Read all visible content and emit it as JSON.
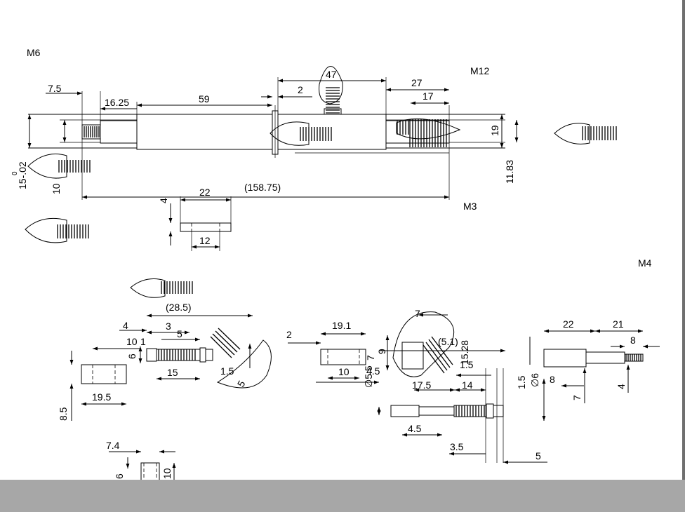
{
  "thread_labels": {
    "m6": "M6",
    "m12": "M12",
    "m3": "M3",
    "m4": "M4"
  },
  "dims": {
    "d_7_5": "7.5",
    "d_16_25": "16.25",
    "d_59": "59",
    "d_2_top": "2",
    "d_27": "27",
    "d_17": "17",
    "d_47": "47",
    "d_19": "19",
    "d_11_83": "11.83",
    "d_15_02": "15-.02",
    "d_15_02_sup": "0",
    "d_10": "10",
    "d_22_top": "22",
    "d_158_75": "(158.75)",
    "d_4_top": "4",
    "d_12": "12",
    "d_28_5": "(28.5)",
    "d_4_left": "4",
    "d_3": "3",
    "d_5_a": "5",
    "d_10_1": "10",
    "d_1": "1",
    "d_6_left": "6",
    "d_15": "15",
    "d_1_5": "1.5",
    "d_5_rot": "5",
    "d_19_5": "19.5",
    "d_8_5": "8.5",
    "d_7_4": "7.4",
    "d_6_bottom": "6",
    "d_10_bottom": "10",
    "d_2_mid": "2",
    "d_19_1": "19.1",
    "d_9": "9",
    "d_7_mid": "7",
    "d_10_mid": "10",
    "d_4_5_a": "4.5",
    "d_5_5": "∅5.5",
    "d_7_top": "7",
    "d_5_1": "(5.1)",
    "d_15_28": "15.28",
    "d_1_5_b": "1.5",
    "d_17_5": "17.5",
    "d_14": "14",
    "d_1_5_c": "1.5",
    "d_6_dia": "∅6",
    "d_4_5_b": "4.5",
    "d_3_5": "3.5",
    "d_5_bottom": "5",
    "d_22_right": "22",
    "d_21": "21",
    "d_8_a": "8",
    "d_8_b": "8",
    "d_7_right": "7",
    "d_4_right": "4"
  }
}
